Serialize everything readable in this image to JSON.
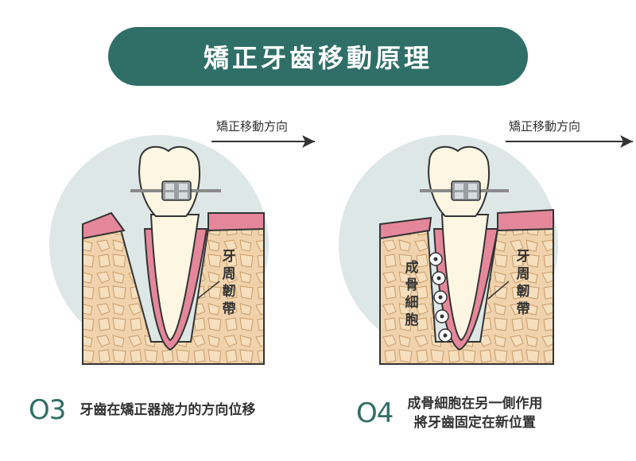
{
  "title": "矯正牙齒移動原理",
  "panels": [
    {
      "arrow_label": "矯正移動方向",
      "ligament_label": "牙周韌帶",
      "step_number": "O3",
      "caption_lines": [
        "牙齒在矯正器施力的方向位移"
      ]
    },
    {
      "arrow_label": "矯正移動方向",
      "ligament_label": "牙周韌帶",
      "cell_label": "成骨細胞",
      "step_number": "O4",
      "caption_lines": [
        "成骨細胞在另一側作用",
        "將牙齒固定在新位置"
      ]
    }
  ],
  "colors": {
    "accent": "#2f6f67",
    "circle": "#dde7e6",
    "bone": "#f0d3ac",
    "gum": "#e5879a",
    "gum_light": "#f3b6c2",
    "tooth": "#fdf6e2"
  },
  "icons": {
    "arrow": "right-arrow-icon",
    "bracket": "bracket-icon",
    "cell": "osteoblast-cell-icon"
  }
}
